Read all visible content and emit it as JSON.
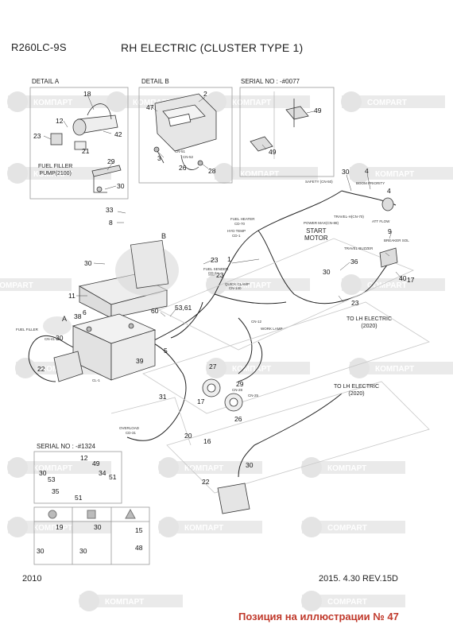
{
  "header": {
    "model": "R260LC-9S",
    "title": "RH ELECTRIC (CLUSTER TYPE 1)"
  },
  "details": {
    "a": "DETAIL  A",
    "b": "DETAIL B",
    "serial_0077": "SERIAL NO : -#0077",
    "serial_1324": "SERIAL NO : -#1324"
  },
  "labels": {
    "fuel_filler_pump": [
      "FUEL FILLER",
      "PUMP(2100)"
    ],
    "start_motor": [
      "START",
      "MOTOR"
    ],
    "to_lh_electric_1": [
      "TO LH ELECTRIC",
      "(2020)"
    ],
    "to_lh_electric_2": [
      "TO LH ELECTRIC",
      "(2020)"
    ],
    "b_mark": "B",
    "a_mark": "A"
  },
  "connectors": [
    "SAFETY (CN-50)",
    "BOOM PRIORITY",
    "TRAVEL-H(CN-70)",
    "FUEL HEATER",
    "CD-70",
    "HYD TEMP",
    "CD-1",
    "POWER MAX(CN-88)",
    "TRAVEL BUZZER",
    "BREAKER SOL",
    "ATT FLOW",
    "FUEL SENDER",
    "CD-2",
    "QUICK CLAMP",
    "CN-140",
    "CN-12",
    "WORK LAMP",
    "FUEL FILLER",
    "CN-41",
    "CN-51",
    "CN-52",
    "CN-28",
    "CN-25",
    "CL-1",
    "OVERLOAD",
    "CD-31"
  ],
  "parts": {
    "detail_a": [
      "18",
      "12",
      "23",
      "21",
      "42",
      "29",
      "30"
    ],
    "detail_b": [
      "2",
      "47",
      "3",
      "26",
      "28"
    ],
    "serial_0077": [
      "49",
      "49"
    ],
    "main": [
      "33",
      "8",
      "30",
      "11",
      "1",
      "23",
      "23",
      "6",
      "4",
      "30",
      "36",
      "53,61",
      "60",
      "38",
      "30",
      "5",
      "39",
      "22",
      "31",
      "27",
      "29",
      "26",
      "17",
      "16",
      "20",
      "30",
      "4",
      "9",
      "23",
      "40",
      "17",
      "22",
      "30"
    ],
    "serial_1324": [
      "12",
      "49",
      "30",
      "53",
      "34",
      "51",
      "35",
      "51"
    ],
    "legend": [
      "19",
      "30",
      "15",
      "30",
      "30",
      "48"
    ]
  },
  "legend_symbols": [
    "circle",
    "square",
    "triangle"
  ],
  "watermark": "КОМПАРТ",
  "watermark_alt": "COMPART",
  "footer": {
    "left": "2010",
    "right": "2015. 4.30  REV.15D",
    "position_note": "Позиция на иллюстрации № 47"
  }
}
